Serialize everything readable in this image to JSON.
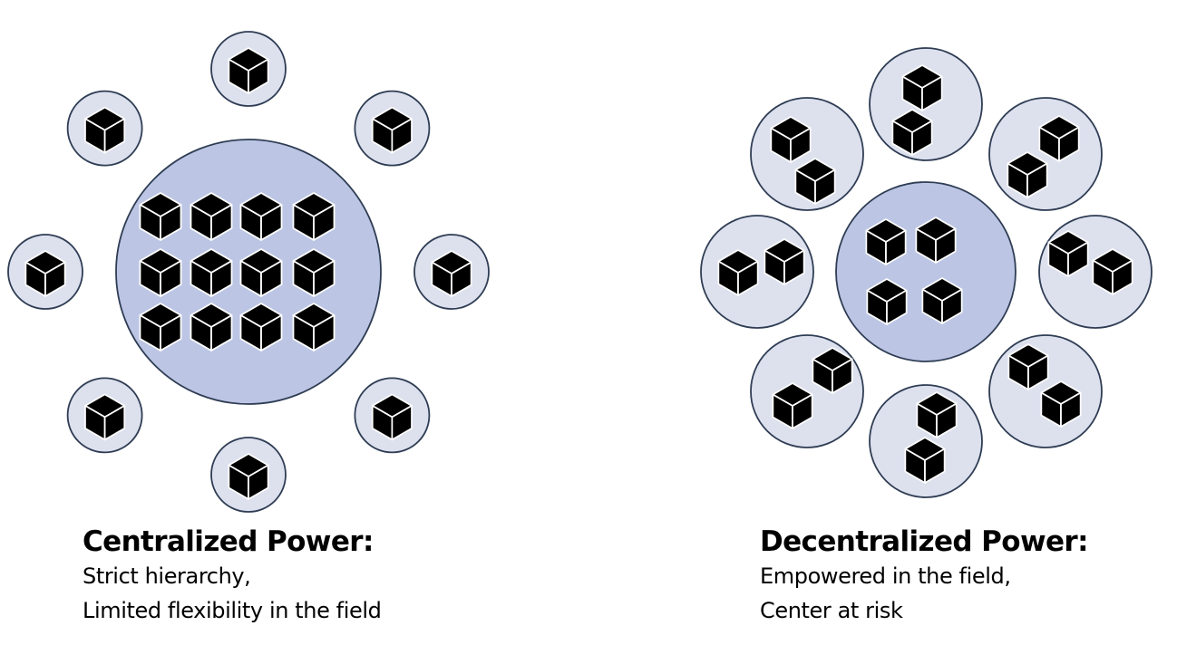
{
  "colors": {
    "hub_fill": "#bcc6e4",
    "node_fill": "#dde1ee",
    "circle_stroke": "#2f3d54",
    "cube_top": "#000000",
    "cube_side": "#000000",
    "cube_edge": "#ffffff",
    "text": "#000000"
  },
  "icons": {
    "unit": "cube-icon"
  },
  "panels": [
    {
      "id": "centralized",
      "heading": "Centralized Power:",
      "lines": [
        "Strict hierarchy,",
        "Limited flexibility in the field"
      ],
      "hub_cubes": 12,
      "satellites": 8,
      "cubes_per_satellite": 1
    },
    {
      "id": "decentralized",
      "heading": "Decentralized Power:",
      "lines": [
        "Empowered in the field,",
        "Center at risk"
      ],
      "hub_cubes": 4,
      "satellites": 8,
      "cubes_per_satellite": 2
    }
  ]
}
